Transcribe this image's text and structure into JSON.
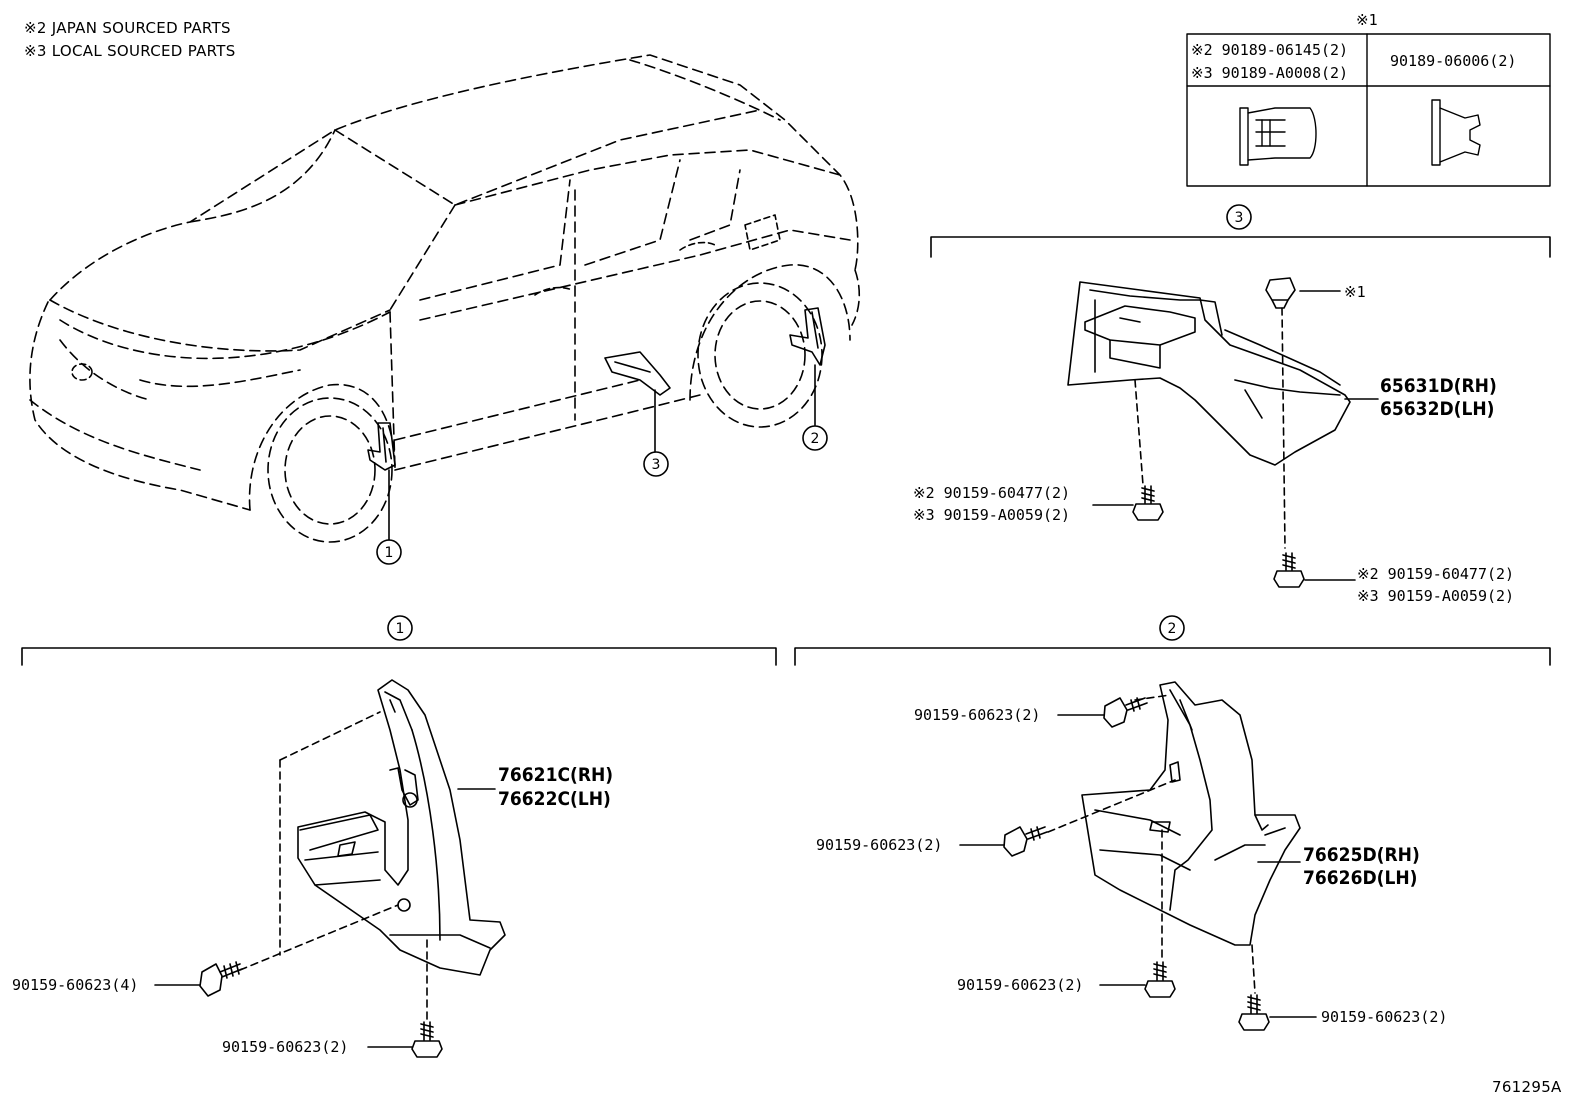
{
  "notes": {
    "japan": "※2 JAPAN SOURCED PARTS",
    "local": "※3 LOCAL SOURCED PARTS"
  },
  "clip_table": {
    "marker": "※1",
    "left_line1": "※2 90189-06145(2)",
    "left_line2": "※3 90189-A0008(2)",
    "right": "90189-06006(2)"
  },
  "callouts": {
    "one": "1",
    "two": "2",
    "three": "3",
    "clip_marker": "※1"
  },
  "section3": {
    "part_rh": "65631D(RH)",
    "part_lh": "65632D(LH)",
    "bolt_left_1": "※2 90159-60477(2)",
    "bolt_left_2": "※3 90159-A0059(2)",
    "bolt_right_1": "※2 90159-60477(2)",
    "bolt_right_2": "※3 90159-A0059(2)"
  },
  "section1": {
    "part_rh": "76621C(RH)",
    "part_lh": "76622C(LH)",
    "bolt_side": "90159-60623(4)",
    "bolt_bottom": "90159-60623(2)"
  },
  "section2": {
    "part_rh": "76625D(RH)",
    "part_lh": "76626D(LH)",
    "bolt_top": "90159-60623(2)",
    "bolt_mid": "90159-60623(2)",
    "bolt_bottom_left": "90159-60623(2)",
    "bolt_bottom_right": "90159-60623(2)"
  },
  "illustration_id": "761295A"
}
